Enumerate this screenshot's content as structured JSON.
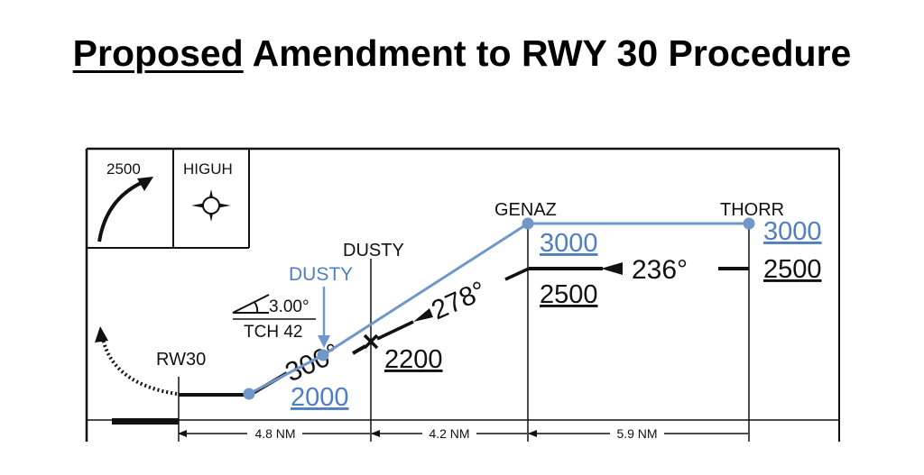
{
  "title": {
    "emphasis": "Proposed",
    "rest": " Amendment to RWY 30 Procedure"
  },
  "legend": {
    "missed_alt": "2500",
    "holding_fix": "HIGUH"
  },
  "fixes": {
    "rw30": "RW30",
    "dusty": "DUSTY",
    "genaz": "GENAZ",
    "thorr": "THORR"
  },
  "courses": {
    "final": "300°",
    "intermediate": "278°",
    "initial": "236°"
  },
  "glidepath": {
    "angle": "3.00°",
    "tch": "TCH 42"
  },
  "altitudes": {
    "dusty": "2200",
    "genaz": "2500",
    "thorr": "2500"
  },
  "distances": {
    "rw30_dusty": "4.8 NM",
    "dusty_genaz": "4.2 NM",
    "genaz_thorr": "5.9 NM"
  },
  "proposed": {
    "color": "#6f97c9",
    "dusty_label": "DUSTY",
    "rw30_alt": "2000",
    "genaz_alt": "3000",
    "thorr_alt": "3000"
  }
}
